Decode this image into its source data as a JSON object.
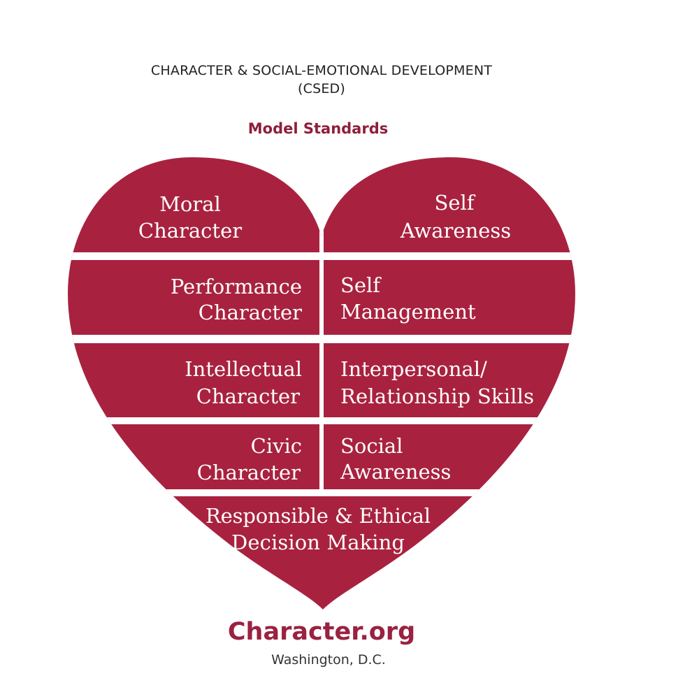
{
  "header": {
    "title_line1": "CHARACTER & SOCIAL-EMOTIONAL DEVELOPMENT",
    "title_line2": "(CSED)",
    "subtitle": "Model Standards"
  },
  "colors": {
    "heart_fill": "#a8223f",
    "subtitle": "#8e1f3a",
    "brand": "#9a2240",
    "segment_text": "#ffffff"
  },
  "heart": {
    "left": [
      {
        "line1": "Moral",
        "line2": "Character"
      },
      {
        "line1": "Performance",
        "line2": "Character"
      },
      {
        "line1": "Intellectual",
        "line2": "Character"
      },
      {
        "line1": "Civic",
        "line2": "Character"
      }
    ],
    "right": [
      {
        "line1": "Self",
        "line2": "Awareness"
      },
      {
        "line1": "Self",
        "line2": "Management"
      },
      {
        "line1": "Interpersonal/",
        "line2": "Relationship Skills"
      },
      {
        "line1": "Social",
        "line2": "Awareness"
      }
    ],
    "bottom": {
      "line1": "Responsible & Ethical",
      "line2": "Decision Making"
    }
  },
  "footer": {
    "brand": "Character.org",
    "location": "Washington, D.C."
  }
}
